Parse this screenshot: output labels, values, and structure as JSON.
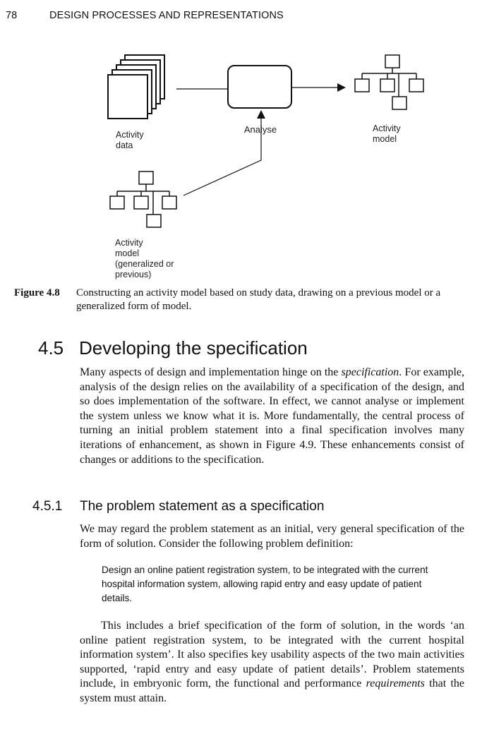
{
  "running_head": {
    "page_number": "78",
    "title": "DESIGN PROCESSES AND REPRESENTATIONS"
  },
  "figure": {
    "analyse_label": "Analyse",
    "activity_data_label": [
      "Activity",
      "data"
    ],
    "activity_model_label": [
      "Activity",
      "model"
    ],
    "generalized_model_label": [
      "Activity",
      "model",
      "(generalized or",
      "previous)"
    ],
    "caption_label": "Figure 4.8",
    "caption_text": "Constructing an activity model based on study data, drawing on a previous model or a generalized form of model."
  },
  "section": {
    "number": "4.5",
    "title": "Developing the specification",
    "para1": {
      "before_em": "Many aspects of design and implementation hinge on the ",
      "em": "specification",
      "after_em": ". For example, analysis of the design relies on the availability of a specification of the design, and so does implementation of the software. In effect, we cannot analyse or implement the system unless we know what it is. More fundamentally, the central process of turning an initial problem statement into a final specification involves many iterations of enhancement, as shown in Figure 4.9. These enhancements consist of changes or additions to the specification."
    }
  },
  "subsection": {
    "number": "4.5.1",
    "title": "The problem statement as a specification",
    "para2": "We may regard the problem statement as an initial, very general specification of the form of solution. Consider the following problem definition:",
    "quote": "Design an online patient registration system, to be integrated with the current hospital information system, allowing rapid entry and easy update of patient details.",
    "para3": {
      "before_em": "This includes a brief specification of the form of solution, in the words ‘an online patient registration system, to be integrated with the current hospital information system’. It also specifies key usability aspects of the two main activities supported, ‘rapid entry and easy update of patient details’. Problem statements include, in embryonic form, the functional and performance ",
      "em": "requirements",
      "after_em": " that the system must attain."
    }
  }
}
